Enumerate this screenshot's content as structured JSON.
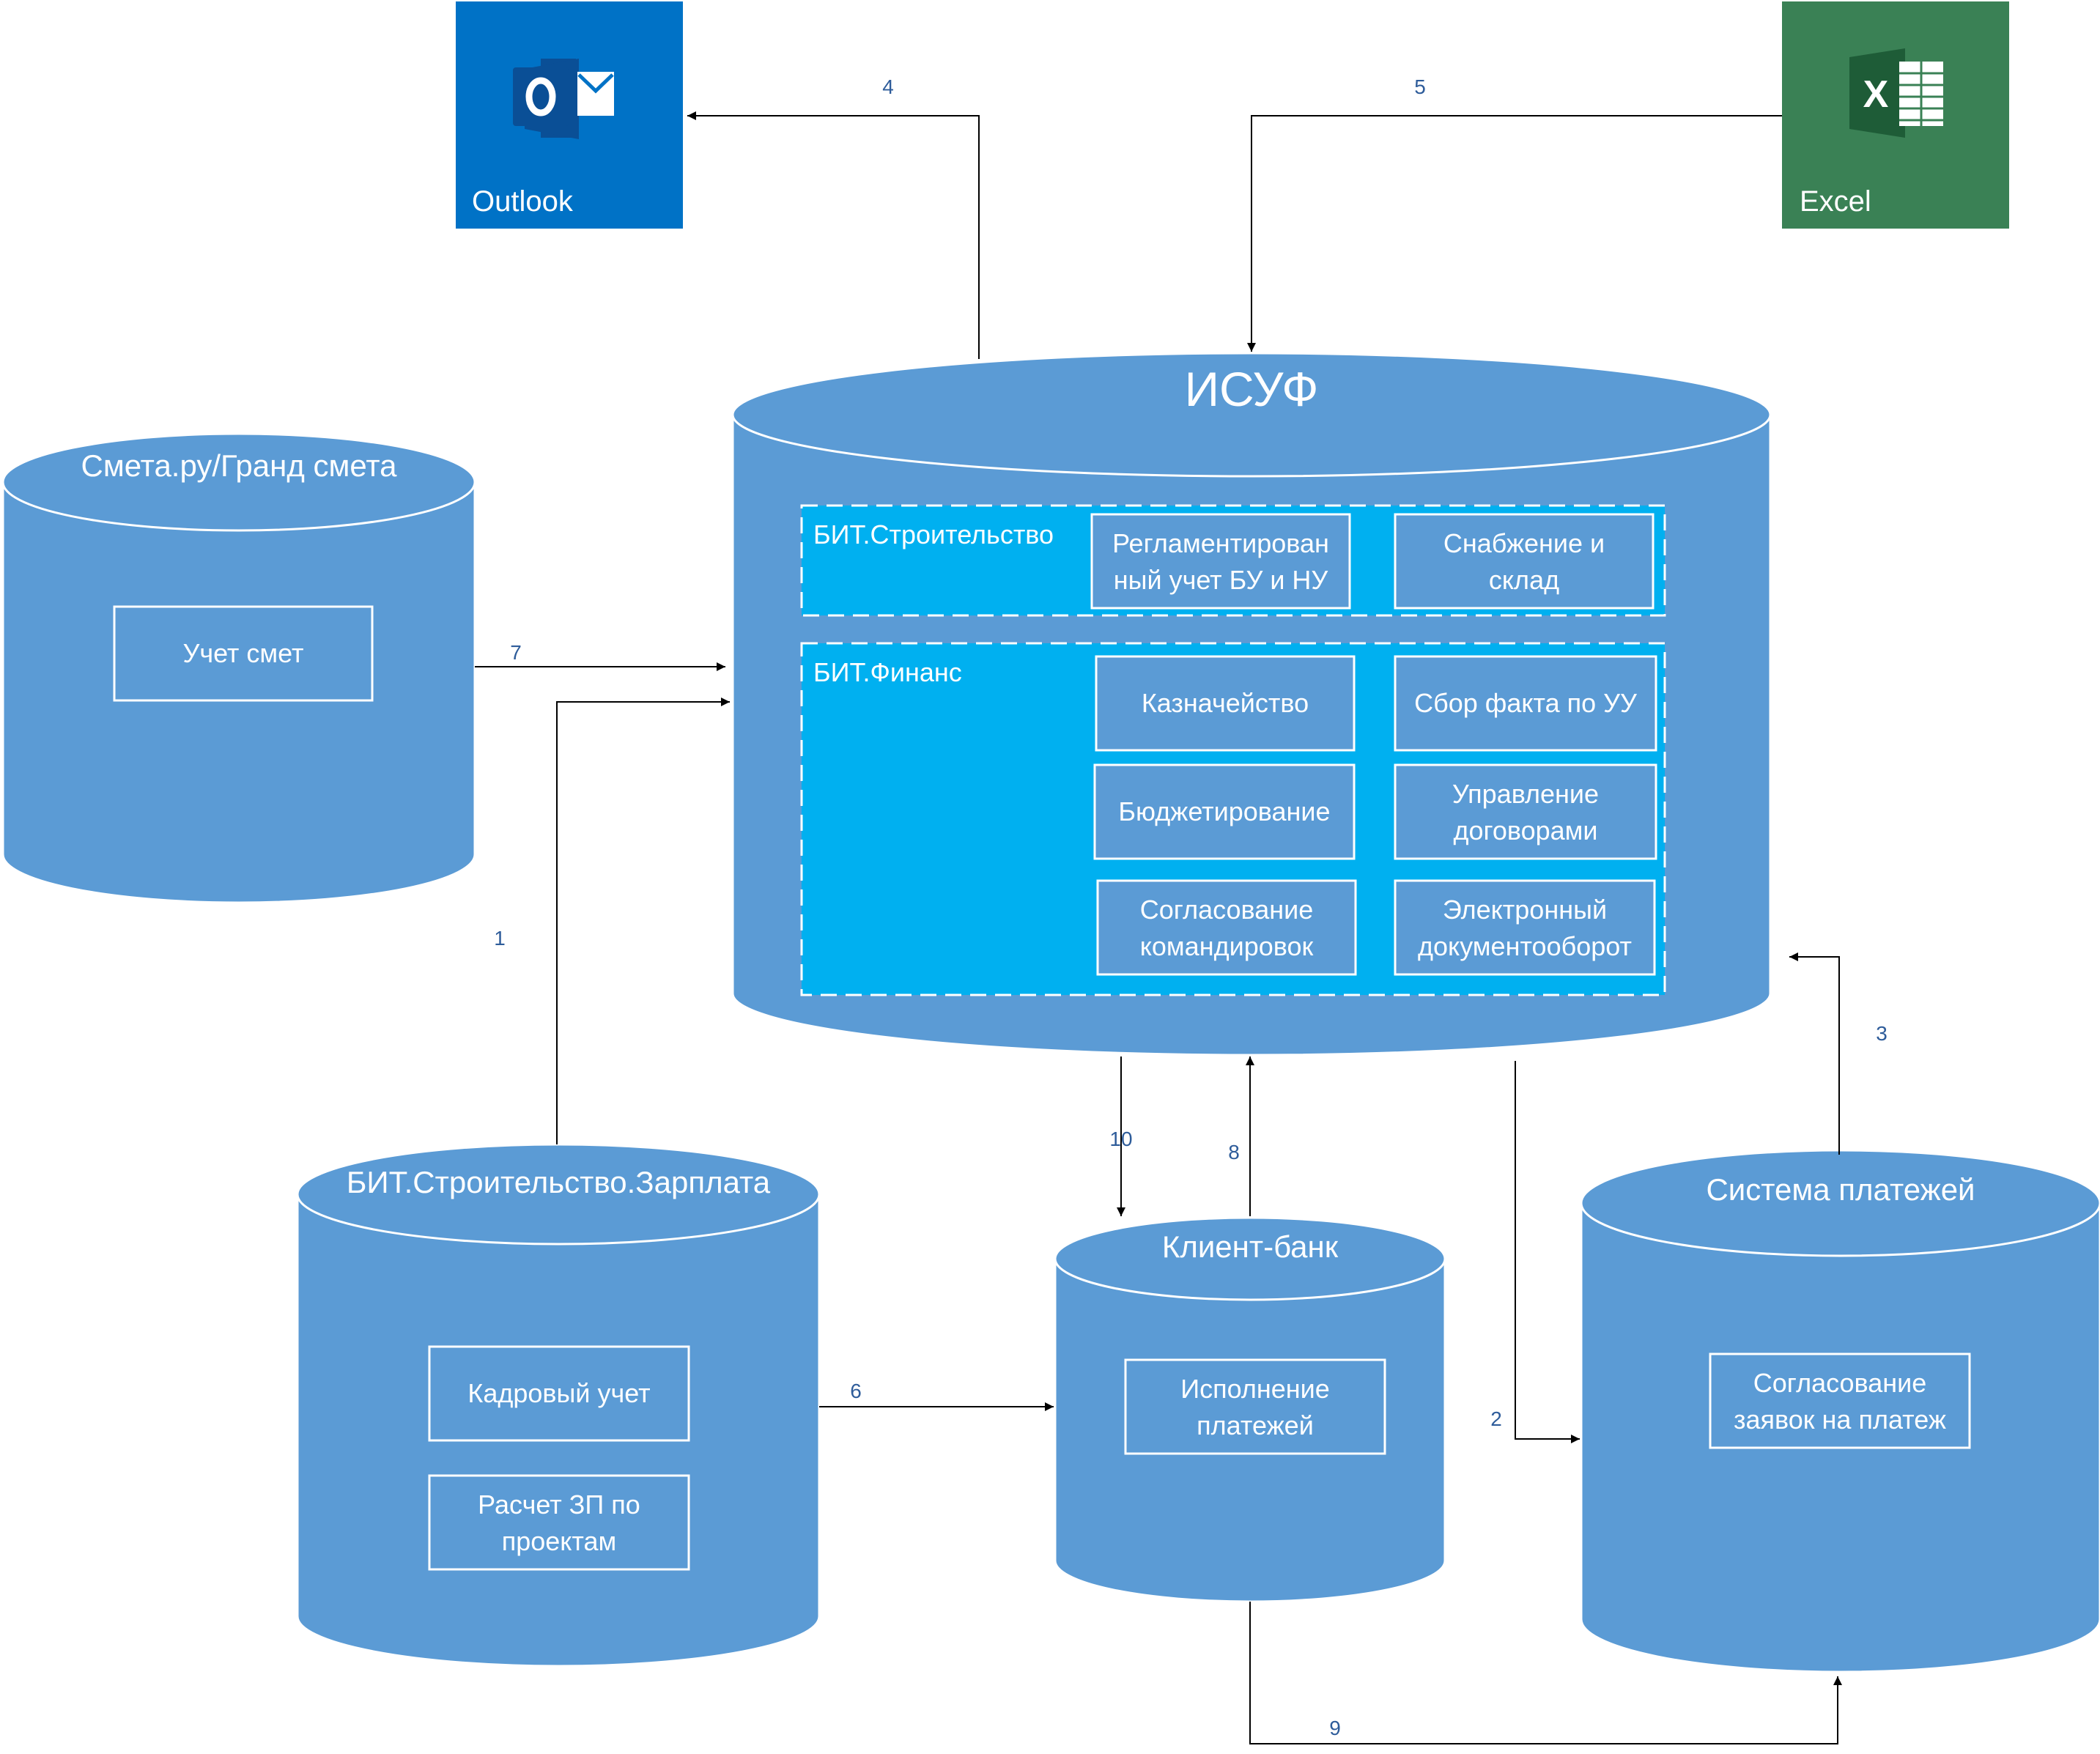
{
  "colors": {
    "cylinder_fill": "#5b9bd5",
    "cylinder_stroke": "#ffffff",
    "group_fill": "#00b0f0",
    "box_stroke": "#ffffff",
    "label_white": "#ffffff",
    "connector": "#000000",
    "number_label": "#2e5c9a",
    "outlook_tile": "#0072c6",
    "excel_tile": "#3a8155"
  },
  "apps": {
    "outlook": {
      "label": "Outlook",
      "icon": "outlook-mail-icon"
    },
    "excel": {
      "label": "Excel",
      "icon": "excel-sheet-icon"
    }
  },
  "isuf": {
    "title": "ИСУФ",
    "construction": {
      "title": "БИТ.Строительство",
      "modules": [
        "Регламентирован ный учет БУ и НУ",
        "Снабжение и склад"
      ]
    },
    "finance": {
      "title": "БИТ.Финанс",
      "modules": [
        "Казначейство",
        "Сбор факта по УУ",
        "Бюджетирование",
        "Управление договорами",
        "Согласование командировок",
        "Электронный документооборот"
      ]
    }
  },
  "smeta": {
    "title": "Смета.ру/Гранд смета",
    "modules": [
      "Учет смет"
    ]
  },
  "salary": {
    "title": "БИТ.Строительство.Зарплата",
    "modules": [
      "Кадровый учет",
      "Расчет ЗП по проектам"
    ]
  },
  "bank": {
    "title": "Клиент-банк",
    "modules": [
      "Исполнение платежей"
    ]
  },
  "payments": {
    "title": "Система платежей",
    "modules": [
      "Согласование заявок на платеж"
    ]
  },
  "flows": [
    "1",
    "2",
    "3",
    "4",
    "5",
    "6",
    "7",
    "8",
    "9",
    "10"
  ]
}
